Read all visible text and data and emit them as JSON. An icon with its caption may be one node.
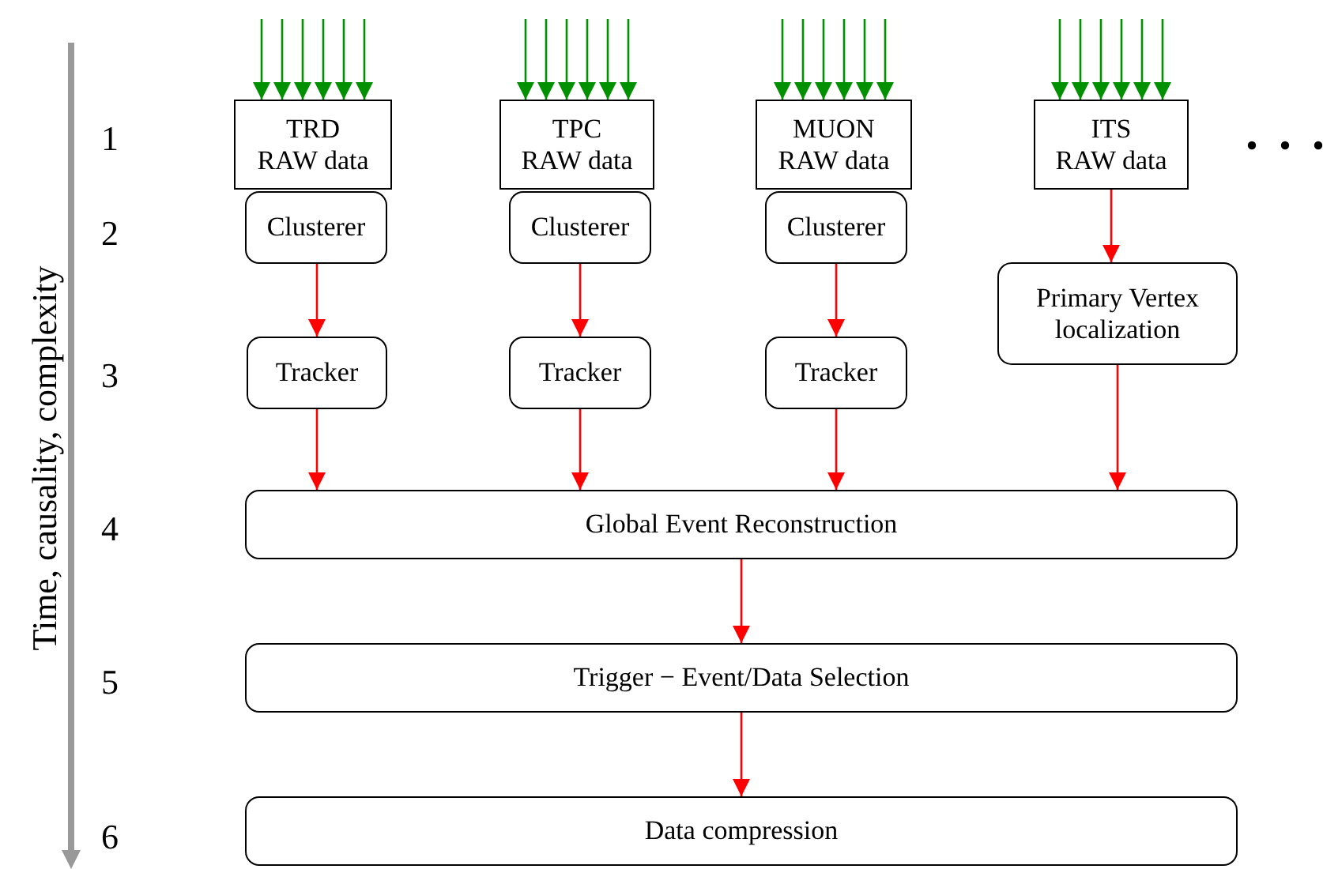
{
  "diagram": {
    "nodes": [
      {
        "text": [
          "TRD",
          "RAW data"
        ]
      },
      {
        "text": [
          "TPC",
          "RAW data"
        ]
      },
      {
        "text": [
          "MUON",
          "RAW data"
        ]
      },
      {
        "text": [
          "ITS",
          "RAW data"
        ]
      },
      {
        "text": [
          "Clusterer"
        ]
      },
      {
        "text": [
          "Clusterer"
        ]
      },
      {
        "text": [
          "Clusterer"
        ]
      },
      {
        "text": [
          "Primary Vertex localization"
        ]
      },
      {
        "text": [
          "Tracker"
        ]
      },
      {
        "text": [
          "Tracker"
        ]
      },
      {
        "text": [
          "Tracker"
        ]
      },
      {
        "text": [
          "Global Event Reconstruction"
        ]
      },
      {
        "text": [
          "Trigger − Event/Data Selection"
        ]
      },
      {
        "text": [
          "Data compression"
        ]
      }
    ],
    "edges": [
      {
        "from": null,
        "to": 0,
        "arrow": "to"
      },
      {
        "from": null,
        "to": 0,
        "arrow": "to"
      },
      {
        "from": null,
        "to": 0,
        "arrow": "to"
      },
      {
        "from": null,
        "to": 0,
        "arrow": "to"
      },
      {
        "from": null,
        "to": 0,
        "arrow": "to"
      },
      {
        "from": null,
        "to": 0,
        "arrow": "to"
      },
      {
        "from": null,
        "to": 1,
        "arrow": "to"
      },
      {
        "from": null,
        "to": 1,
        "arrow": "to"
      },
      {
        "from": null,
        "to": 1,
        "arrow": "to"
      },
      {
        "from": null,
        "to": 1,
        "arrow": "to"
      },
      {
        "from": null,
        "to": 1,
        "arrow": "to"
      },
      {
        "from": null,
        "to": 1,
        "arrow": "to"
      },
      {
        "from": null,
        "to": 2,
        "arrow": "to"
      },
      {
        "from": null,
        "to": 2,
        "arrow": "to"
      },
      {
        "from": null,
        "to": 2,
        "arrow": "to"
      },
      {
        "from": null,
        "to": 2,
        "arrow": "to"
      },
      {
        "from": null,
        "to": 2,
        "arrow": "to"
      },
      {
        "from": null,
        "to": 2,
        "arrow": "to"
      },
      {
        "from": null,
        "to": 3,
        "arrow": "to"
      },
      {
        "from": null,
        "to": 3,
        "arrow": "to"
      },
      {
        "from": null,
        "to": 3,
        "arrow": "to"
      },
      {
        "from": null,
        "to": 3,
        "arrow": "to"
      },
      {
        "from": null,
        "to": 3,
        "arrow": "to"
      },
      {
        "from": null,
        "to": 3,
        "arrow": "to"
      },
      {
        "from": 4,
        "to": 8,
        "arrow": "to",
        "color": "#ff0000"
      },
      {
        "from": 5,
        "to": 9,
        "arrow": "to",
        "color": "#ff0000"
      },
      {
        "from": 6,
        "to": 10,
        "arrow": "to",
        "color": "#ff0000"
      },
      {
        "from": 3,
        "to": 7,
        "arrow": "to",
        "color": "#ff0000"
      },
      {
        "from": 8,
        "to": 11,
        "arrow": "to",
        "color": "#ff0000"
      },
      {
        "from": 9,
        "to": 11,
        "arrow": "to",
        "color": "#ff0000"
      },
      {
        "from": 10,
        "to": 11,
        "arrow": "to",
        "color": "#ff0000"
      },
      {
        "from": 7,
        "to": 11,
        "arrow": "to",
        "color": "#ff0000"
      },
      {
        "from": 11,
        "to": 12,
        "arrow": "to",
        "color": "#ff0000"
      },
      {
        "from": 12,
        "to": 13,
        "arrow": "to",
        "color": "#ff0000"
      }
    ],
    "labels": [
      "Time, causality, complexity",
      "1",
      "2",
      "3",
      "4",
      "5",
      "6"
    ]
  }
}
